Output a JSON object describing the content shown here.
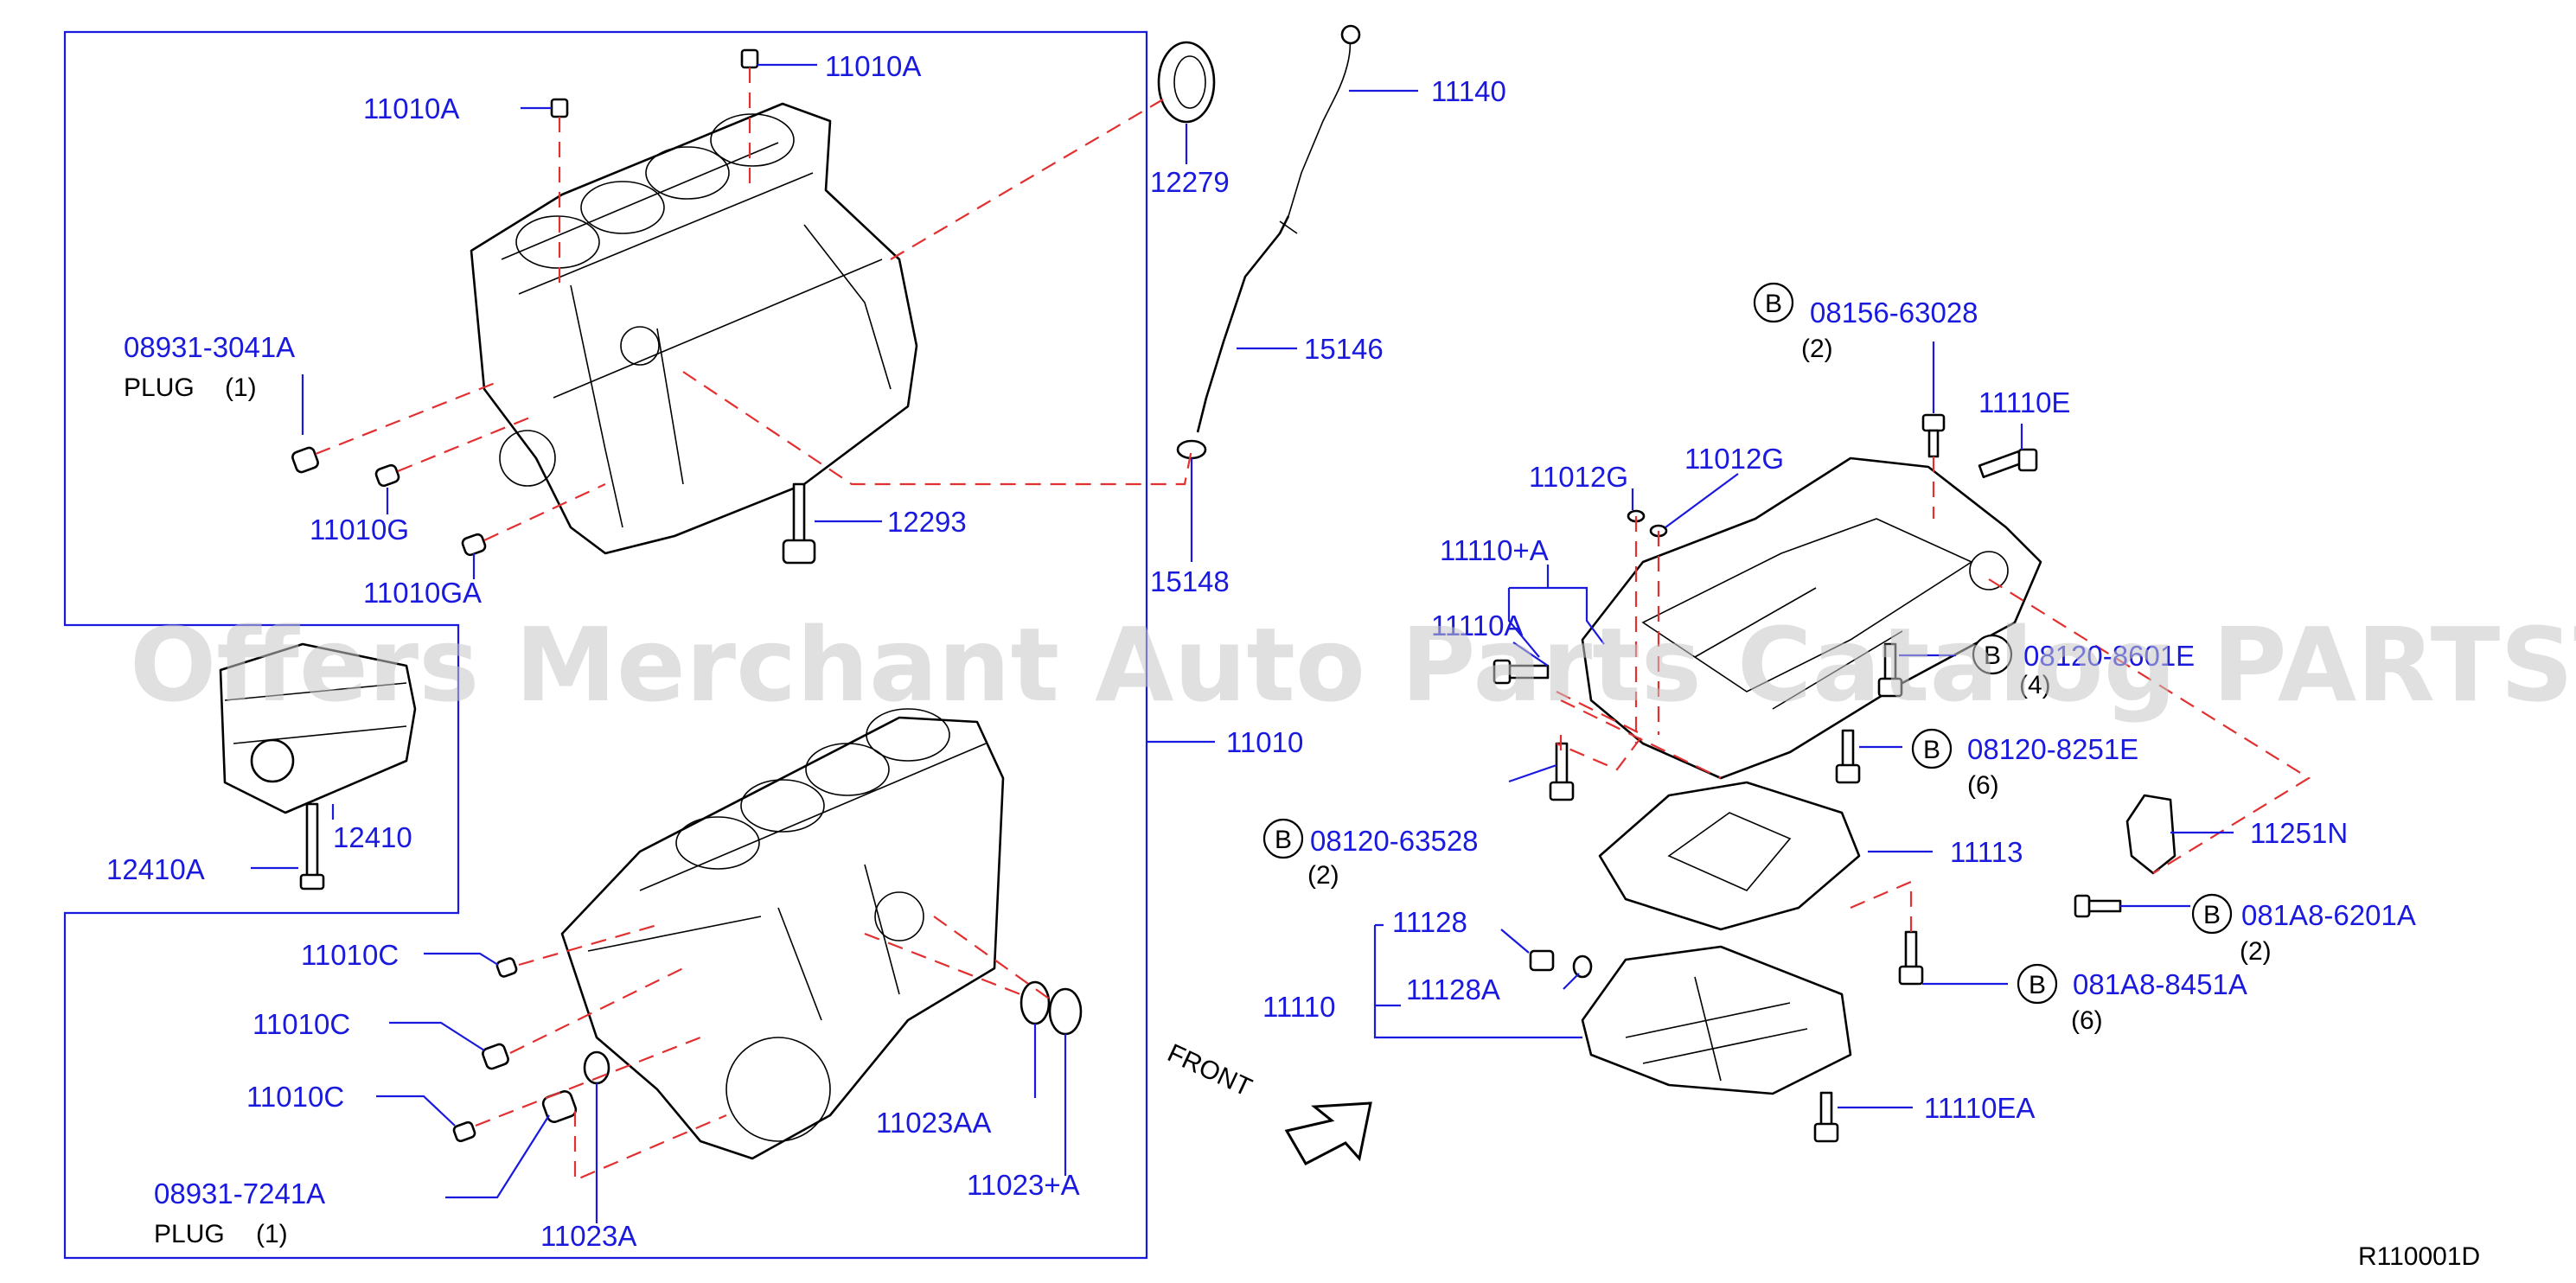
{
  "diagram": {
    "callouts": {
      "p11010A_1": "11010A",
      "p11010A_2": "11010A",
      "p12279": "12279",
      "p11140": "11140",
      "p15146": "15146",
      "p15148": "15148",
      "p12293": "12293",
      "p08931_3041A": "08931-3041A",
      "p11010G": "11010G",
      "p11010GA": "11010GA",
      "p12410": "12410",
      "p12410A": "12410A",
      "p11010": "11010",
      "p11010C_1": "11010C",
      "p11010C_2": "11010C",
      "p11010C_3": "11010C",
      "p08931_7241A": "08931-7241A",
      "p11023A": "11023A",
      "p11023AA": "11023AA",
      "p11023plusA": "11023+A",
      "p08156_63028": "08156-63028",
      "p11110E": "11110E",
      "p11012G_1": "11012G",
      "p11012G_2": "11012G",
      "p11110plusA": "11110+A",
      "p11110A": "11110A",
      "p08120_8601E": "08120-8601E",
      "p08120_8251E": "08120-8251E",
      "p08120_63528": "08120-63528",
      "p11113": "11113",
      "p11251N": "11251N",
      "p081A8_6201A": "081A8-6201A",
      "p11128": "11128",
      "p11128A": "11128A",
      "p11110": "11110",
      "p081A8_8451A": "081A8-8451A",
      "p11110EA": "11110EA"
    },
    "plug_label_1": "PLUG",
    "plug_qty_1": "(1)",
    "plug_label_2": "PLUG",
    "plug_qty_2": "(1)",
    "qty_08156": "(2)",
    "qty_8601E": "(4)",
    "qty_8251E": "(6)",
    "qty_63528": "(2)",
    "qty_6201A": "(2)",
    "qty_8451A": "(6)",
    "bolt_marker": "B",
    "front_label": "FRONT",
    "figure_code": "R110001D"
  },
  "watermark": "Offers Merchant Auto Parts Catalog PARTSTORE.SA",
  "colors": {
    "callout_blue": "#1a1adf",
    "leader_red_dashed": "#e23030",
    "watermark_grey": "#c8c8c8"
  }
}
